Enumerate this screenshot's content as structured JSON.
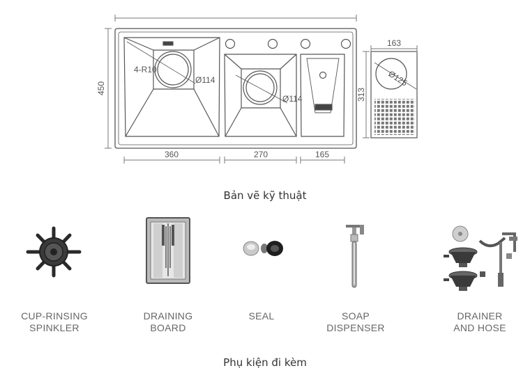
{
  "drawing": {
    "dims": {
      "height": "450",
      "left_basin_width": "360",
      "middle_basin_width": "270",
      "right_basin_width": "165",
      "board_width": "163",
      "board_height": "313",
      "corner_radius": "4-R10",
      "drain_left": "Ø114",
      "drain_middle": "Ø114",
      "board_hole": "Ø125"
    },
    "caption": "Bản vẽ kỹ thuật"
  },
  "accessories": {
    "items": [
      {
        "line1": "CUP-RINSING",
        "line2": "SPINKLER",
        "icon": "cup-rinsing-sprinkler-icon"
      },
      {
        "line1": "DRAINING",
        "line2": "BOARD",
        "icon": "draining-board-icon"
      },
      {
        "line1": "SEAL",
        "line2": "",
        "icon": "seal-icon"
      },
      {
        "line1": "SOAP",
        "line2": "DISPENSER",
        "icon": "soap-dispenser-icon"
      },
      {
        "line1": "DRAINER",
        "line2": "AND HOSE",
        "icon": "drainer-and-hose-icon"
      }
    ],
    "caption": "Phụ kiện đi kèm"
  },
  "colors": {
    "line": "#555555",
    "steel_light": "#d9d9d9",
    "steel_dark": "#333333"
  }
}
